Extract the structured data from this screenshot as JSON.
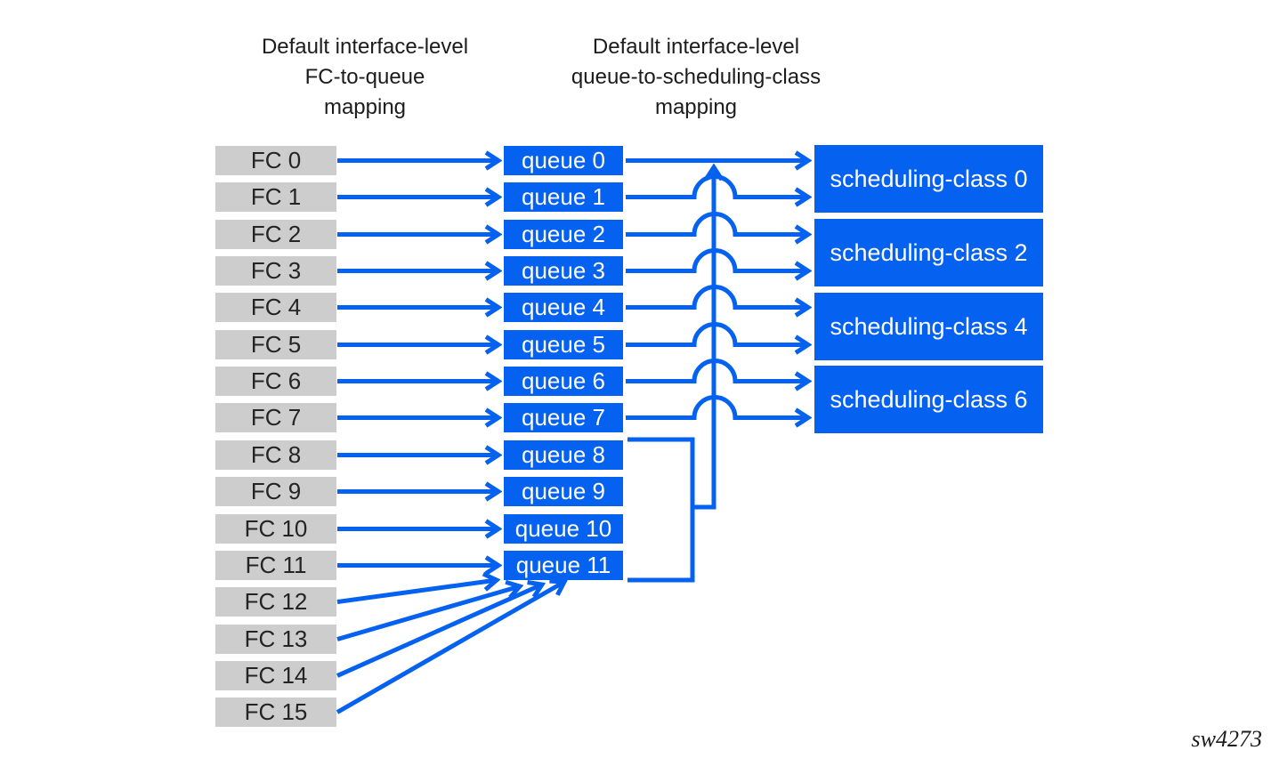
{
  "titles": {
    "left": [
      "Default interface-level",
      "FC-to-queue",
      "mapping"
    ],
    "right": [
      "Default interface-level",
      "queue-to-scheduling-class",
      "mapping"
    ]
  },
  "fc_labels": [
    "FC 0",
    "FC 1",
    "FC 2",
    "FC 3",
    "FC 4",
    "FC 5",
    "FC 6",
    "FC 7",
    "FC 8",
    "FC 9",
    "FC 10",
    "FC 11",
    "FC 12",
    "FC 13",
    "FC 14",
    "FC 15"
  ],
  "queue_labels": [
    "queue 0",
    "queue 1",
    "queue 2",
    "queue 3",
    "queue 4",
    "queue 5",
    "queue 6",
    "queue 7",
    "queue 8",
    "queue 9",
    "queue 10",
    "queue 11"
  ],
  "scheduling_class_labels": [
    "scheduling-class 0",
    "scheduling-class 2",
    "scheduling-class 4",
    "scheduling-class 6"
  ],
  "watermark": "sw4273",
  "colors": {
    "accent_blue": "#0561ef",
    "box_gray": "#cdcdcd",
    "text_dark": "#1c1c1c",
    "text_light": "#ffffff",
    "background": "#ffffff"
  },
  "mapping": {
    "fc_to_queue": {
      "FC 0": "queue 0",
      "FC 1": "queue 1",
      "FC 2": "queue 2",
      "FC 3": "queue 3",
      "FC 4": "queue 4",
      "FC 5": "queue 5",
      "FC 6": "queue 6",
      "FC 7": "queue 7",
      "FC 8": "queue 8",
      "FC 9": "queue 9",
      "FC 10": "queue 10",
      "FC 11": "queue 11",
      "FC 12": "queue 11",
      "FC 13": "queue 11",
      "FC 14": "queue 11",
      "FC 15": "queue 11"
    },
    "queue_to_scheduling_class": {
      "queue 0": "scheduling-class 0",
      "queue 1": "scheduling-class 0",
      "queue 2": "scheduling-class 2",
      "queue 3": "scheduling-class 2",
      "queue 4": "scheduling-class 4",
      "queue 5": "scheduling-class 4",
      "queue 6": "scheduling-class 6",
      "queue 7": "scheduling-class 6"
    },
    "bracketed_queues": "queue 8 to queue 11 are bracketed together; the bracket feeds an upward arrow that joins the queue 0 line, hopping over the queue 1 to queue 7 lines"
  }
}
